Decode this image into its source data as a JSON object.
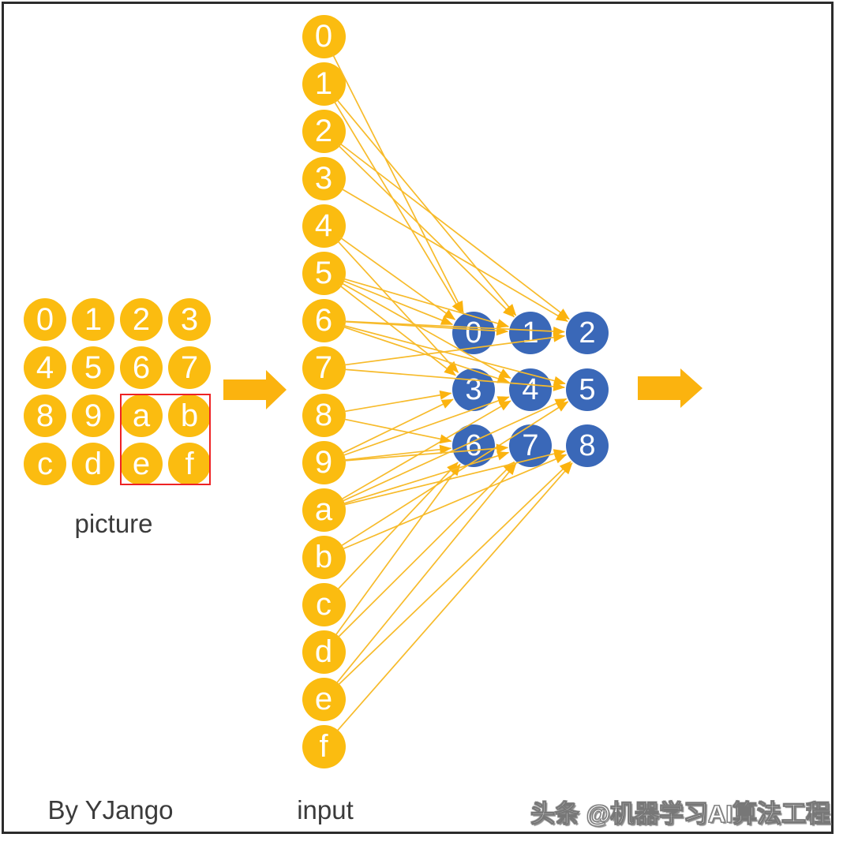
{
  "picture": {
    "label": "picture",
    "cells": [
      "0",
      "1",
      "2",
      "3",
      "4",
      "5",
      "6",
      "7",
      "8",
      "9",
      "a",
      "b",
      "c",
      "d",
      "e",
      "f"
    ],
    "highlight_cells": [
      "a",
      "b",
      "e",
      "f"
    ]
  },
  "input": {
    "label": "input",
    "nodes": [
      "0",
      "1",
      "2",
      "3",
      "4",
      "5",
      "6",
      "7",
      "8",
      "9",
      "a",
      "b",
      "c",
      "d",
      "e",
      "f"
    ]
  },
  "output": {
    "nodes": [
      "0",
      "1",
      "2",
      "3",
      "4",
      "5",
      "6",
      "7",
      "8"
    ]
  },
  "connections": [
    [
      0,
      0
    ],
    [
      1,
      0
    ],
    [
      4,
      0
    ],
    [
      5,
      0
    ],
    [
      1,
      1
    ],
    [
      2,
      1
    ],
    [
      5,
      1
    ],
    [
      6,
      1
    ],
    [
      2,
      2
    ],
    [
      3,
      2
    ],
    [
      6,
      2
    ],
    [
      7,
      2
    ],
    [
      4,
      3
    ],
    [
      5,
      3
    ],
    [
      8,
      3
    ],
    [
      9,
      3
    ],
    [
      5,
      4
    ],
    [
      6,
      4
    ],
    [
      9,
      4
    ],
    [
      10,
      4
    ],
    [
      6,
      5
    ],
    [
      7,
      5
    ],
    [
      10,
      5
    ],
    [
      11,
      5
    ],
    [
      8,
      6
    ],
    [
      9,
      6
    ],
    [
      12,
      6
    ],
    [
      13,
      6
    ],
    [
      9,
      7
    ],
    [
      10,
      7
    ],
    [
      13,
      7
    ],
    [
      14,
      7
    ],
    [
      10,
      8
    ],
    [
      11,
      8
    ],
    [
      14,
      8
    ],
    [
      15,
      8
    ]
  ],
  "credit": "By YJango",
  "watermark": "头条 @机器学习AI算法工程",
  "colors": {
    "node_yellow": "#FBBC10",
    "node_blue": "#3A68B8",
    "connector": "#F7BB2B",
    "arrow": "#FBB30F",
    "highlight_red": "#EE2224",
    "label_text": "#3B3B3B",
    "node_text": "#FFFFFF",
    "border": "#2B2B2B"
  }
}
